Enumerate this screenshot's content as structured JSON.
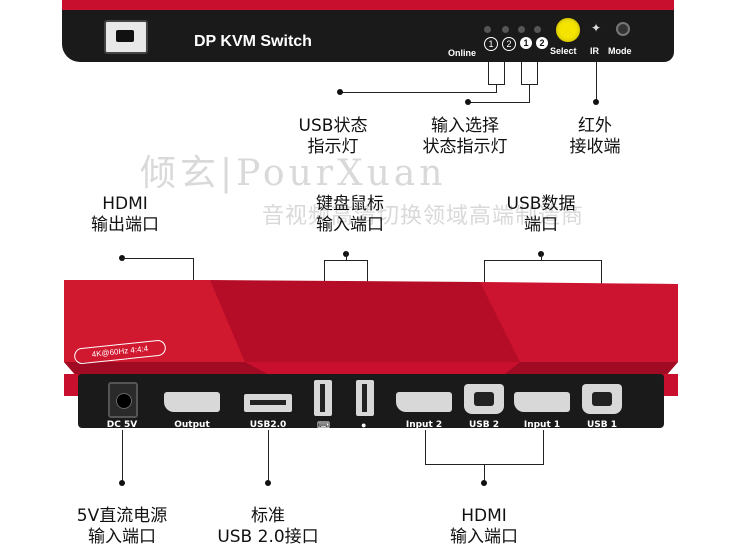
{
  "top_device": {
    "model_label": "DP KVM Switch",
    "online_label": "Online",
    "select_label": "Select",
    "ir_label": "IR",
    "mode_label": "Mode",
    "port_numbers": [
      "1",
      "2",
      "1",
      "2"
    ]
  },
  "callouts": {
    "usb_status": "USB状态\n指示灯",
    "input_select": "输入选择\n状态指示灯",
    "ir_receiver": "红外\n接收端",
    "hdmi_out": "HDMI\n输出端口",
    "kb_mouse": "键盘鼠标\n输入端口",
    "usb_data": "USB数据\n端口",
    "power": "5V直流电源\n输入端口",
    "usb2": "标准\nUSB 2.0接口",
    "hdmi_in": "HDMI\n输入端口"
  },
  "watermark": {
    "brand": "倾玄|PourXuan",
    "slogan": "音视频高清切换领域高端制造商"
  },
  "bottom_device": {
    "spec_badge": "4K@60Hz 4:4:4",
    "ports": [
      {
        "label": "DC 5V"
      },
      {
        "label": "Output"
      },
      {
        "label": "USB2.0"
      },
      {
        "label": "Input 2"
      },
      {
        "label": "USB 2"
      },
      {
        "label": "Input 1"
      },
      {
        "label": "USB 1"
      }
    ]
  },
  "colors": {
    "body_red": "#c8102e",
    "panel_black": "#1a1a1a",
    "select_yellow": "#f5e400"
  }
}
